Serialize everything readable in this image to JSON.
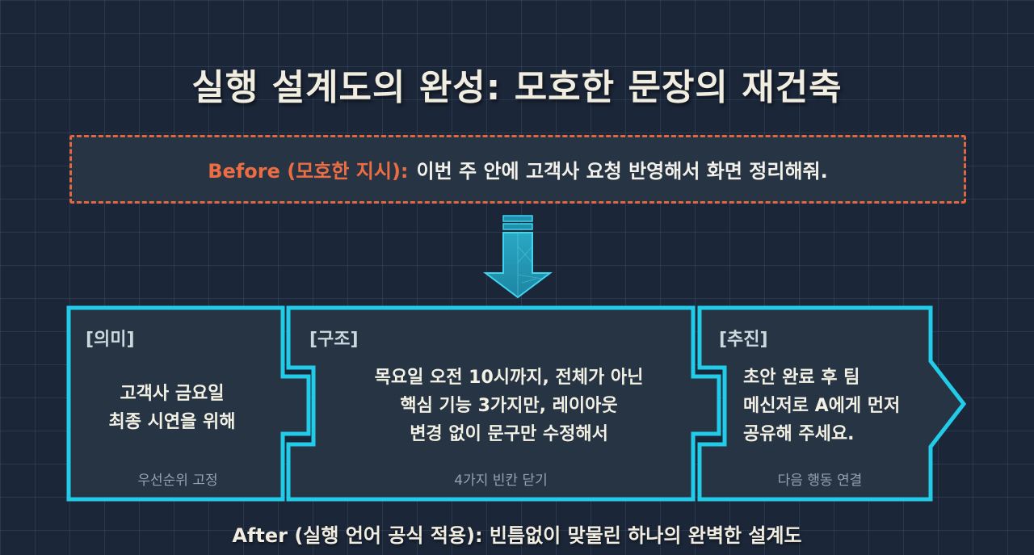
{
  "title": "실행 설계도의 완성: 모호한 문장의 재건축",
  "before": {
    "label": "Before (모호한 지시):",
    "text": "이번 주 안에 고객사 요청 반영해서 화면 정리해줘."
  },
  "transform_arrow": {
    "icon": "down-arrow-icon",
    "color": "#2bb8d6"
  },
  "panels": [
    {
      "tag": "[의미]",
      "lines": [
        "고객사 금요일",
        "최종 시연을 위해"
      ],
      "footer": "우선순위 고정"
    },
    {
      "tag": "[구조]",
      "lines": [
        "목요일 오전 10시까지, 전체가 아닌",
        "핵심 기능 3가지만, 레이아웃",
        "변경 없이 문구만 수정해서"
      ],
      "footer": "4가지 빈칸 닫기"
    },
    {
      "tag": "[추진]",
      "lines": [
        "초안 완료 후 팀",
        "메신저로 A에게 먼저",
        "공유해 주세요."
      ],
      "footer": "다음 행동 연결"
    }
  ],
  "after": "After (실행 언어 공식 적용): 빈틈없이 맞물린 하나의 완벽한 설계도",
  "colors": {
    "background": "#1b2638",
    "panel_fill": "#263444",
    "panel_border": "#22cbe8",
    "before_accent": "#ec6d44",
    "text_primary": "#f3f0e4"
  }
}
